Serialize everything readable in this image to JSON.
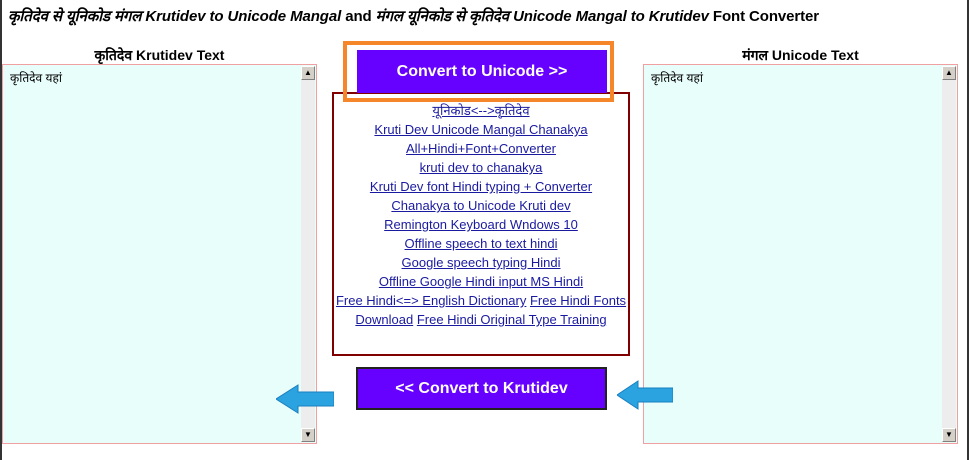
{
  "header": {
    "part1": "कृतिदेव से यूनिकोड मंगल Krutidev to Unicode Mangal",
    "part2": " and ",
    "part3": "मंगल यूनिकोड से कृतिदेव Unicode Mangal to Krutidev",
    "part4": " Font Converter"
  },
  "left": {
    "label": "कृतिदेव Krutidev Text",
    "value": "कृतिदेव यहां"
  },
  "right": {
    "label": "मंगल Unicode Text",
    "value": "कृतिदेव यहां"
  },
  "buttons": {
    "to_unicode": "Convert to Unicode >>",
    "to_krutidev": "<< Convert to Krutidev"
  },
  "links": [
    "यूनिकोड<-->कृतिदेव",
    "Kruti Dev Unicode Mangal Chanakya",
    "All+Hindi+Font+Converter",
    "kruti dev to chanakya",
    "Kruti Dev font Hindi typing + Converter",
    "Chanakya to Unicode Kruti dev",
    "Remington Keyboard Wndows 10",
    "Offline speech to text hindi",
    "Google speech typing Hindi",
    "Offline Google Hindi input MS Hindi",
    "Free Hindi<=> English Dictionary",
    "Free Hindi Fonts Download",
    "Free Hindi Original Type Training"
  ],
  "colors": {
    "button": "#6600ff",
    "highlight": "#f5862a",
    "arrow": "#2ba3e0",
    "textarea_bg": "#e8fefb",
    "links_border": "#800000"
  }
}
